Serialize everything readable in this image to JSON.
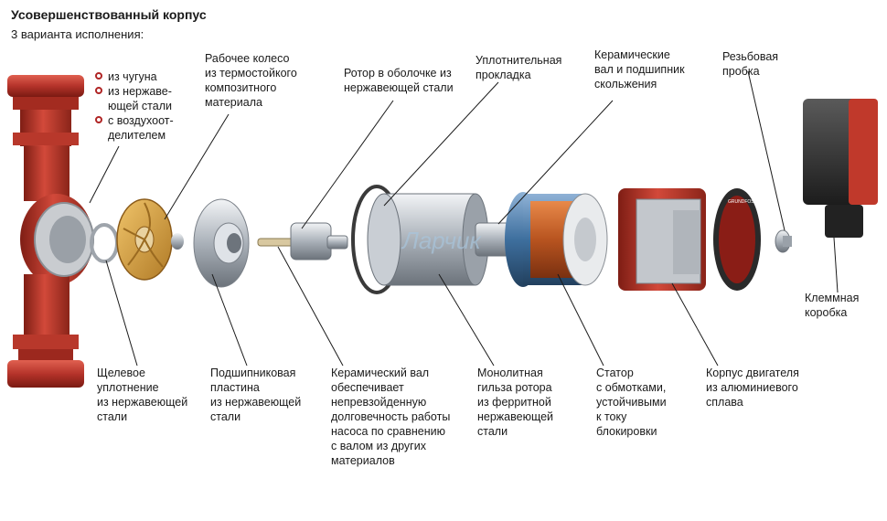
{
  "header": {
    "title": "Усовершенствованный корпус",
    "subtitle": "3 варианта исполнения:"
  },
  "housing_options": [
    "из чугуна",
    "из нержаве-\nющей стали",
    "с воздухоот-\nделителем"
  ],
  "labels": {
    "impeller": "Рабочее колесо\nиз термостойкого\nкомпозитного\nматериала",
    "rotor": "Ротор в оболочке из\nнержавеющей стали",
    "gasket": "Уплотнительная\nпрокладка",
    "ceramic_shaft_bearing": "Керамические\nвал и подшипник\nскольжения",
    "plug": "Резьбовая\nпробка",
    "terminal_box": "Клеммная\nкоробка",
    "gap_seal": "Щелевое\nуплотнение\nиз нержавеющей\nстали",
    "bearing_plate": "Подшипниковая\nпластина\nиз нержавеющей\nстали",
    "ceramic_shaft": "Керамический вал\nобеспечивает\nнепревзойденную\nдолговечность работы\nнасоса по сравнению\nс валом из других\nматериалов",
    "rotor_sleeve": "Монолитная\nгильза ротора\nиз ферритной\nнержавеющей\nстали",
    "stator": "Статор\nс обмотками,\nустойчивыми\nк току\nблокировки",
    "motor_housing": "Корпус двигателя\nиз алюминиевого\nсплава"
  },
  "brand_mark": "GRUNDFOS",
  "watermark": "Ларчик",
  "colors": {
    "pump_red": "#c0392b",
    "bullet_red": "#b02525",
    "leader_line": "#1a1a1a",
    "steel": "#b8bec6",
    "impeller_gold": "#d9a441",
    "copper": "#c8662a"
  }
}
